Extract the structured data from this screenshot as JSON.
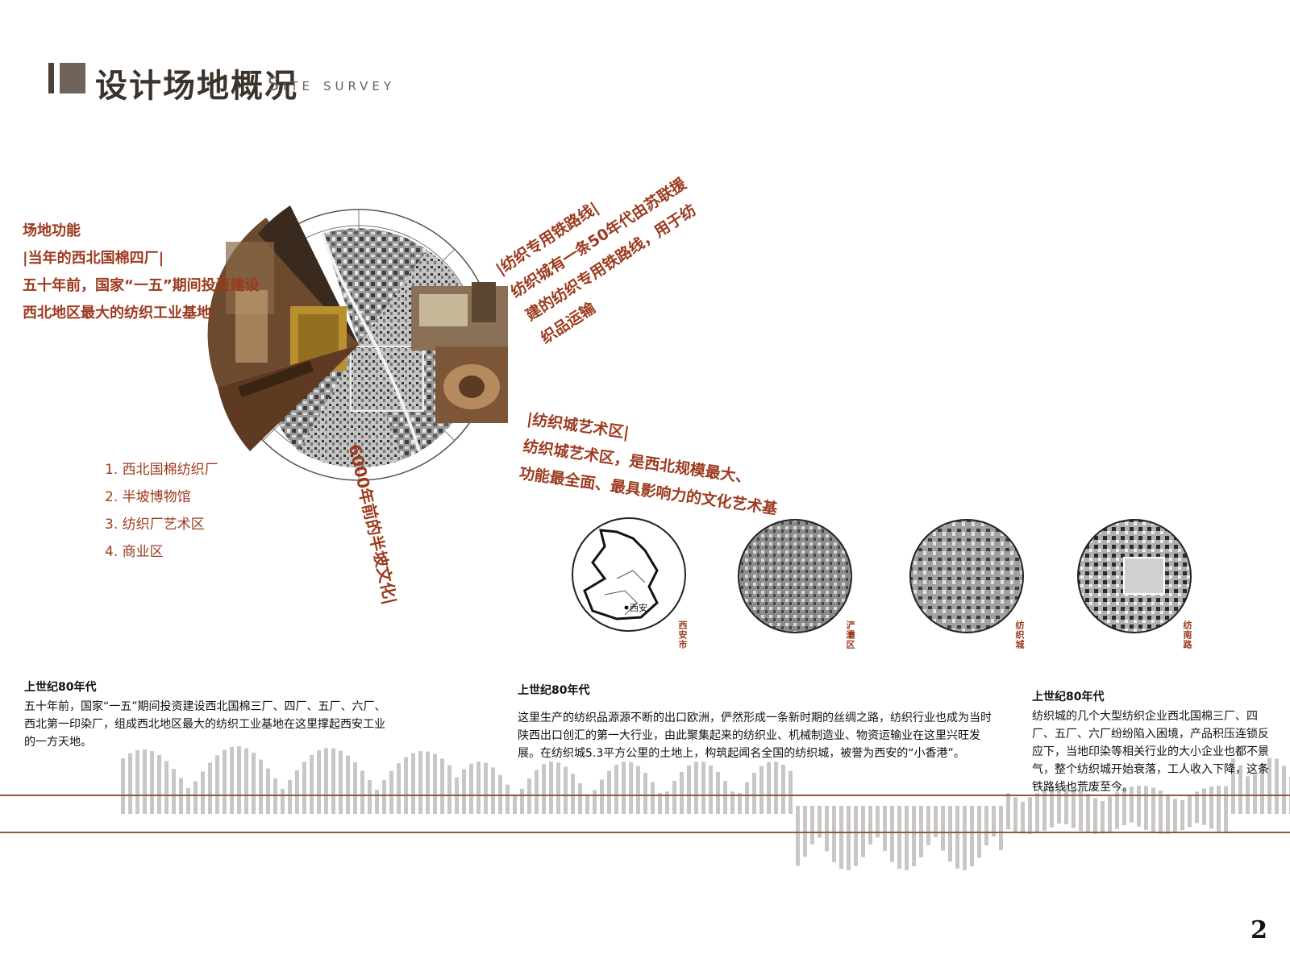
{
  "header": {
    "title": "设计场地概况",
    "subtitle": "Site survey"
  },
  "site_function": {
    "heading": "场地功能",
    "lines": [
      "|当年的西北国棉四厂|",
      "五十年前，国家“一五”期间投资建设",
      "西北地区最大的纺织工业基地"
    ]
  },
  "site_list": [
    "1. 西北国棉纺织厂",
    "2. 半坡博物馆",
    "3. 纺织厂艺术区",
    "4. 商业区"
  ],
  "railway": {
    "lines": [
      "|纺织专用铁路线|",
      "纺织城有一条50年代由苏联援",
      "建的纺织专用铁路线，用于纺",
      "织品运输"
    ]
  },
  "art_district": {
    "lines": [
      "|纺织城艺术区|",
      "纺织城艺术区，是西北规模最大、",
      "功能最全面、最具影响力的文化艺术基"
    ]
  },
  "culture_text": "6000年前的半坡文化|",
  "maps": [
    {
      "label": "西安市",
      "center": "西安"
    },
    {
      "label": "浐灞区"
    },
    {
      "label": "纺织城"
    },
    {
      "label": "纺南路"
    }
  ],
  "timeline": [
    {
      "title": "上世纪80年代",
      "body": "五十年前，国家“一五”期间投资建设西北国棉三厂、四厂、五厂、六厂、西北第一印染厂，组成西北地区最大的纺织工业基地在这里撑起西安工业的一方天地。"
    },
    {
      "title": "上世纪80年代",
      "body": "这里生产的纺织品源源不断的出口欧洲，俨然形成一条新时期的丝绸之路，纺织行业也成为当时陕西出口创汇的第一大行业，由此聚集起来的纺织业、机械制造业、物资运输业在这里兴旺发展。在纺织城5.3平方公里的土地上，构筑起闻名全国的纺织城，被誉为西安的“小香港”。"
    },
    {
      "title": "上世纪80年代",
      "body": "纺织城的几个大型纺织企业西北国棉三厂、四厂、五厂、六厂纷纷陷入困境，产品积压连锁反应下，当地印染等相关行业的大小企业也都不景气，整个纺织城开始衰落，工人收入下降，这条铁路线也荒废至今。"
    }
  ],
  "page_number": "2",
  "colors": {
    "accent": "#9c3a1e",
    "header_dark": "#3b332c",
    "bar_grey": "#c9c7c5",
    "rule": "#8a5a3c"
  }
}
